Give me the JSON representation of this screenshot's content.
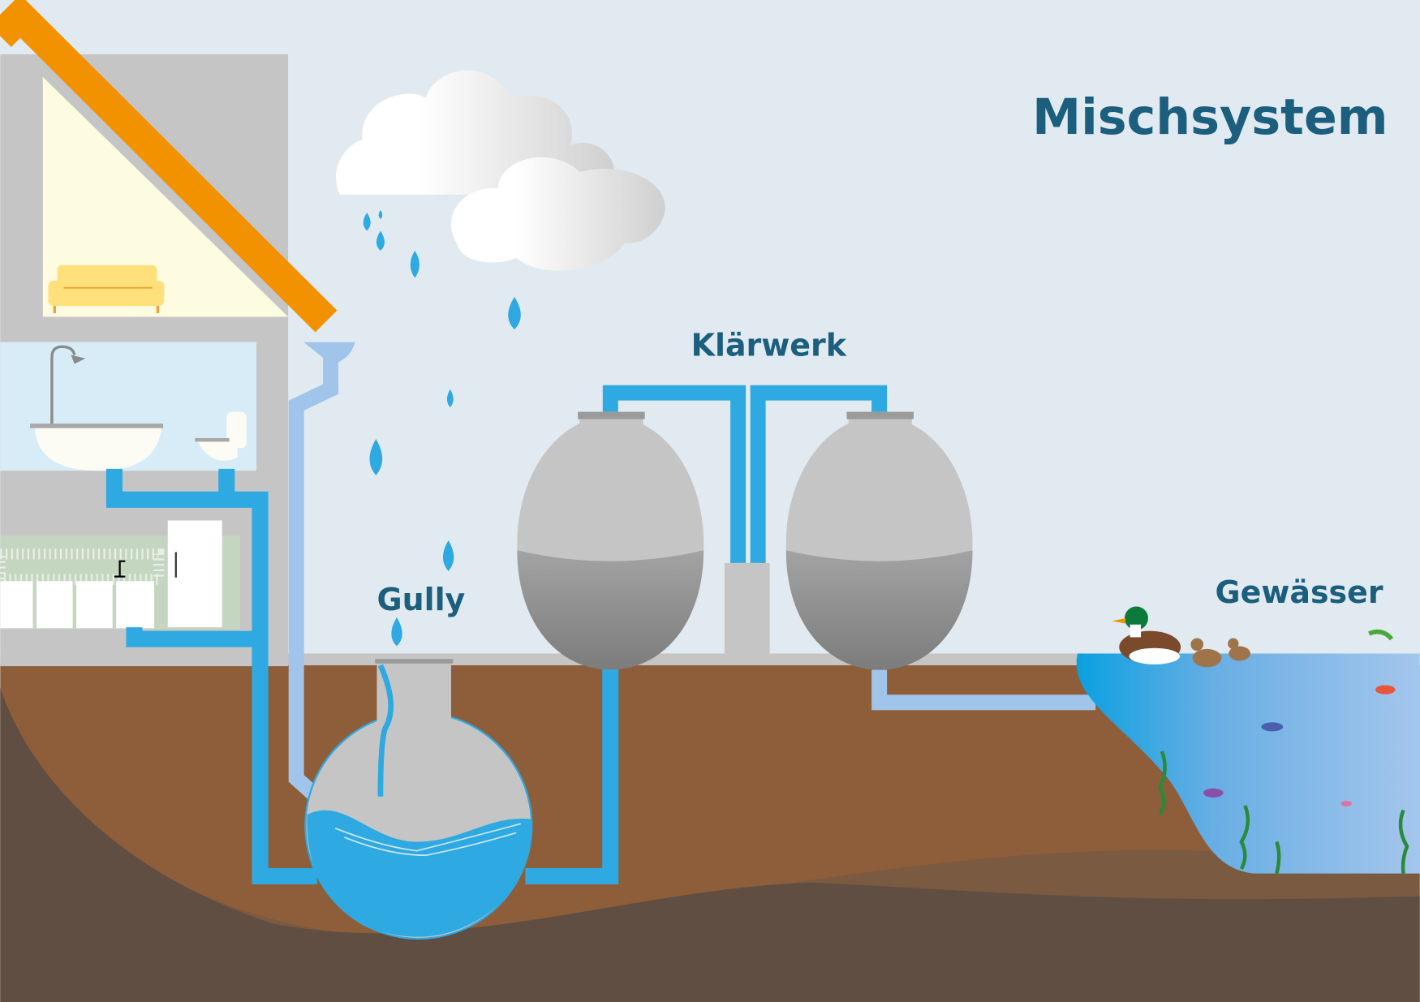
{
  "title": "Mischsystem",
  "labels": {
    "plant": "Klärwerk",
    "gully": "Gully",
    "water_body": "Gewässer"
  },
  "colors": {
    "sky": "#e1eaf0",
    "title": "#1b5e7e",
    "pipe": "#2ea9e1",
    "rain_pipe": "#a0c4ea",
    "roof": "#f39200",
    "ground": "#8e5e3a",
    "deep_ground": "#614e42",
    "tank": "#c6c5c5"
  }
}
